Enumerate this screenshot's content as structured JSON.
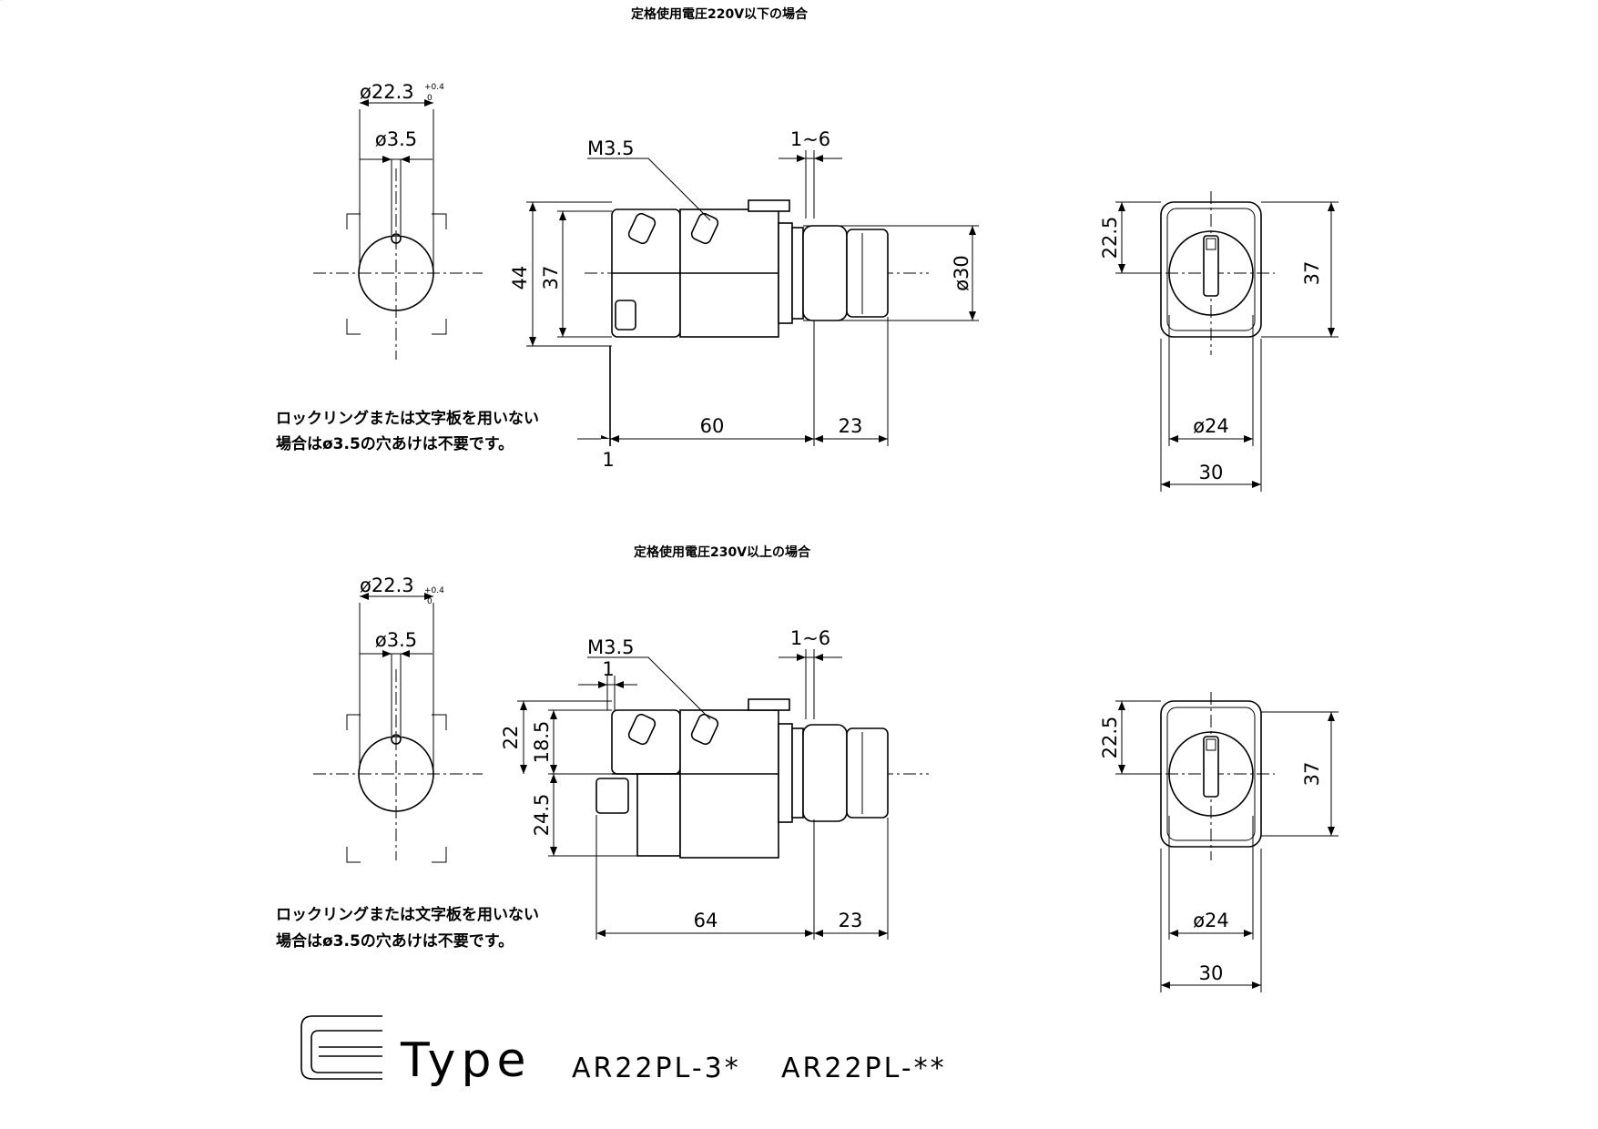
{
  "section_top": {
    "title": "定格使用電圧220V以下の場合",
    "front": {
      "outer_dia": "ø22.3",
      "tol_plus": "+0.4",
      "tol_minus": "0",
      "hole_dia": "ø3.5"
    },
    "note_line1": "ロックリングまたは文字板を用いない",
    "note_line2": "場合はø3.5の穴あけは不要です。",
    "side": {
      "screw": "M3.5",
      "panel": "1~6",
      "h_total": "44",
      "h_inner": "37",
      "bezel_dia": "ø30",
      "depth": "60",
      "front_len": "23",
      "plate": "1"
    },
    "end": {
      "top": "22.5",
      "height": "37",
      "dia": "ø24",
      "width": "30"
    }
  },
  "section_bottom": {
    "title": "定格使用電圧230V以上の場合",
    "front": {
      "outer_dia": "ø22.3",
      "tol_plus": "+0.4",
      "tol_minus": "0",
      "hole_dia": "ø3.5"
    },
    "note_line1": "ロックリングまたは文字板を用いない",
    "note_line2": "場合はø3.5の穴あけは不要です。",
    "side": {
      "screw": "M3.5",
      "panel": "1~6",
      "plate": "1",
      "h_upper": "22",
      "h_upper_inner": "18.5",
      "h_lower": "24.5",
      "depth": "64",
      "front_len": "23"
    },
    "end": {
      "top": "22.5",
      "height": "37",
      "dia": "ø24",
      "width": "30"
    }
  },
  "footer": {
    "logo_letter": "E",
    "type_word": "Type",
    "model_1": "AR22PL-3*",
    "model_2": "AR22PL-**"
  }
}
